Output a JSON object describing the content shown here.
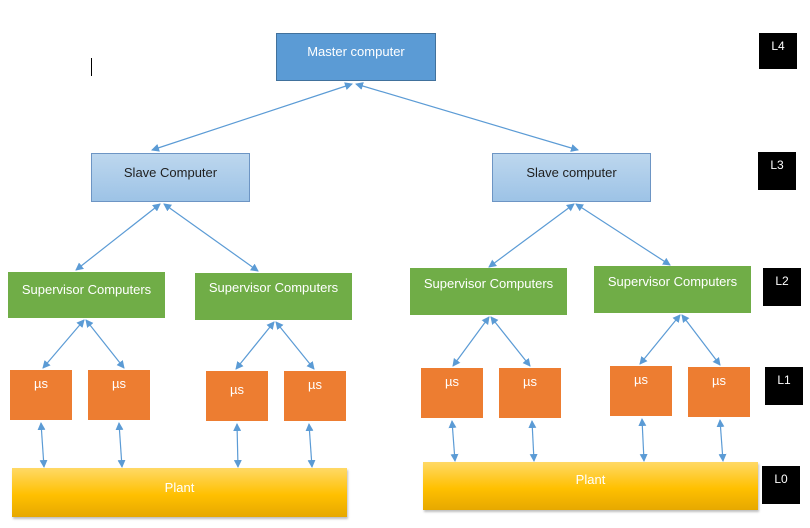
{
  "nodes": {
    "master": "Master computer",
    "slave_left": "Slave Computer",
    "slave_right": "Slave computer",
    "supervisor_1": "Supervisor Computers",
    "supervisor_2": "Supervisor Computers",
    "supervisor_3": "Supervisor Computers",
    "supervisor_4": "Supervisor Computers",
    "us_label": "µs",
    "plant_left": "Plant",
    "plant_right": "Plant"
  },
  "levels": {
    "l4": "L4",
    "l3": "L3",
    "l2": "L2",
    "l1": "L1",
    "l0": "L0"
  },
  "colors": {
    "master": "#5b9bd5",
    "slave": "#9dc3e6",
    "supervisor": "#70ad47",
    "micro": "#ed7d31",
    "plant": "#ffc000",
    "connector": "#5b9bd5"
  }
}
